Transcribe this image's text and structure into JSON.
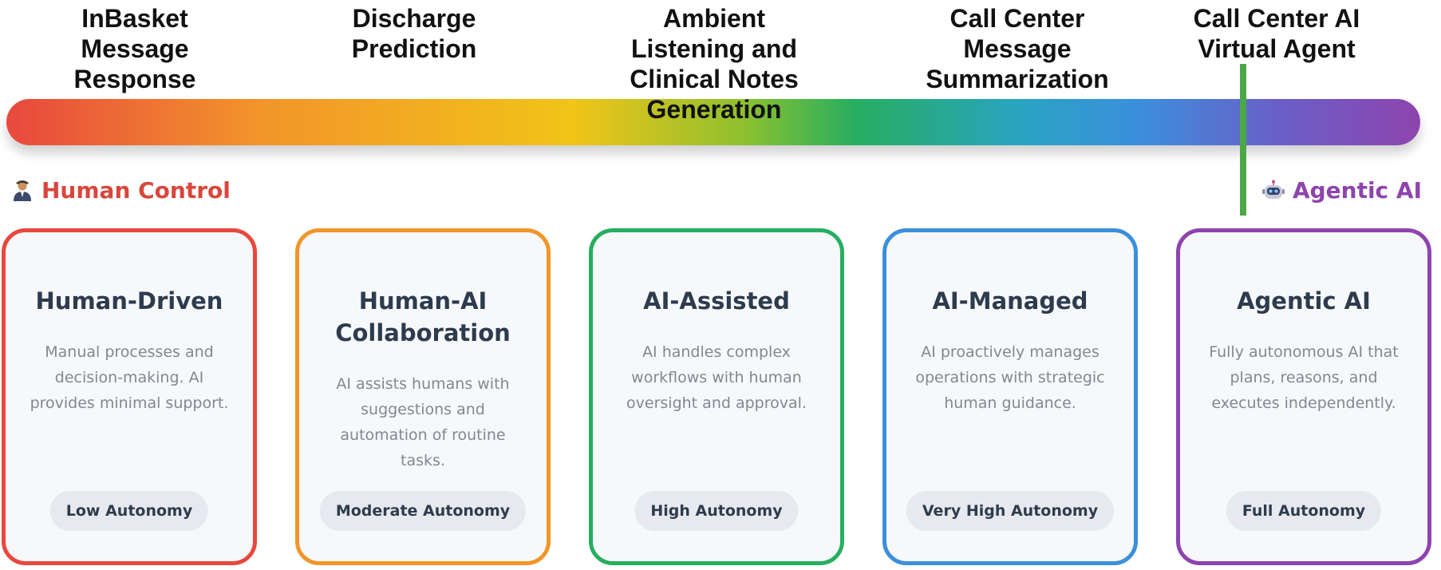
{
  "use_cases": [
    "InBasket Message Response",
    "Discharge Prediction",
    "Ambient Listening and Clinical Notes Generation",
    "Call Center Message Summarization",
    "Call Center AI Virtual Agent"
  ],
  "spectrum": {
    "left_label": "Human Control",
    "left_icon": "person-icon",
    "right_label": "Agentic AI",
    "right_icon": "robot-icon",
    "colors": [
      "#e8483e",
      "#f2952a",
      "#f1c418",
      "#27ae60",
      "#3b8fdb",
      "#8e44ad"
    ]
  },
  "cards": [
    {
      "title": "Human-Driven",
      "description": "Manual processes and decision-making. AI provides minimal support.",
      "badge": "Low Autonomy",
      "color": "#e8483e"
    },
    {
      "title": "Human-AI Collaboration",
      "description": "AI assists humans with suggestions and automation of routine tasks.",
      "badge": "Moderate Autonomy",
      "color": "#f2952a"
    },
    {
      "title": "AI-Assisted",
      "description": "AI handles complex workflows with human oversight and approval.",
      "badge": "High Autonomy",
      "color": "#27ae60"
    },
    {
      "title": "AI-Managed",
      "description": "AI proactively manages operations with strategic human guidance.",
      "badge": "Very High Autonomy",
      "color": "#3b8fdb"
    },
    {
      "title": "Agentic AI",
      "description": "Fully autonomous AI that plans, reasons, and executes independently.",
      "badge": "Full Autonomy",
      "color": "#8e44ad"
    }
  ]
}
